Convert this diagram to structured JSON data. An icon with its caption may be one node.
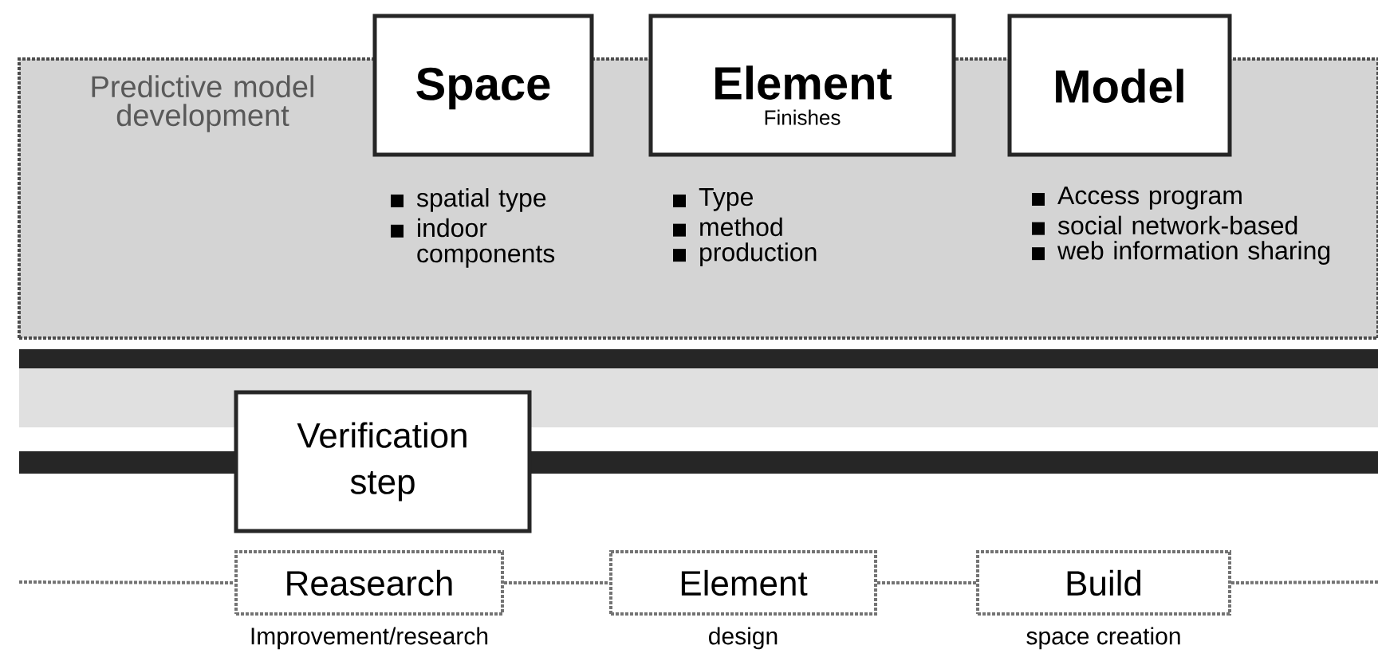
{
  "diagram": {
    "nodes": [
      {
        "text": [
          "Predictive model development"
        ]
      },
      {
        "text": [
          "Space"
        ],
        "beside": [
          "spatial type",
          "indoor components"
        ]
      },
      {
        "text": [
          "Element",
          "Finishes"
        ],
        "beside": [
          "Type",
          "method",
          "production"
        ]
      },
      {
        "text": [
          "Model"
        ],
        "beside": [
          "Access program",
          "social network-based",
          "web information sharing"
        ]
      },
      {
        "text": [
          "Verification step"
        ]
      },
      {
        "text": [
          "Reasearch"
        ],
        "beside": [
          "Improvement/research"
        ]
      },
      {
        "text": [
          "Element"
        ],
        "beside": [
          "design"
        ]
      },
      {
        "text": [
          "Build"
        ],
        "beside": [
          "space creation"
        ]
      }
    ],
    "edges": [
      {
        "from": null,
        "to": 5,
        "arrow": "none",
        "style": "dashed"
      },
      {
        "from": 5,
        "to": 6,
        "arrow": "none",
        "style": "dashed"
      },
      {
        "from": 6,
        "to": 7,
        "arrow": "none",
        "style": "dashed"
      },
      {
        "from": 7,
        "to": null,
        "arrow": "none",
        "style": "dashed"
      }
    ]
  }
}
